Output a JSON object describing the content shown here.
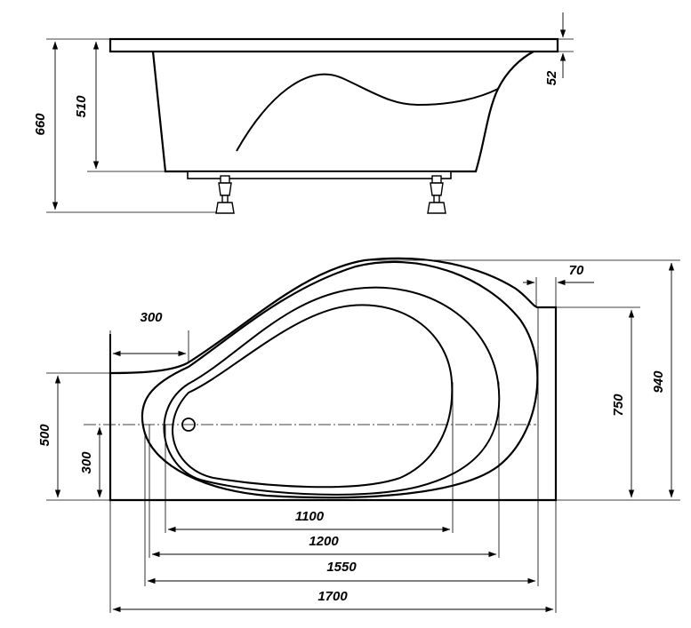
{
  "side_view": {
    "total_height": "660",
    "body_height": "510",
    "rim_thickness": "52"
  },
  "top_view": {
    "overall_length": "1700",
    "outer_bowl_length": "1550",
    "rim_inner_length": "1200",
    "bottom_length": "1100",
    "corner_step": "70",
    "overall_width": "940",
    "right_end_width": "750",
    "left_end_width": "500",
    "drain_offset_y": "300",
    "left_flat_length": "300"
  },
  "colors": {
    "line": "#000000",
    "background": "#ffffff"
  }
}
